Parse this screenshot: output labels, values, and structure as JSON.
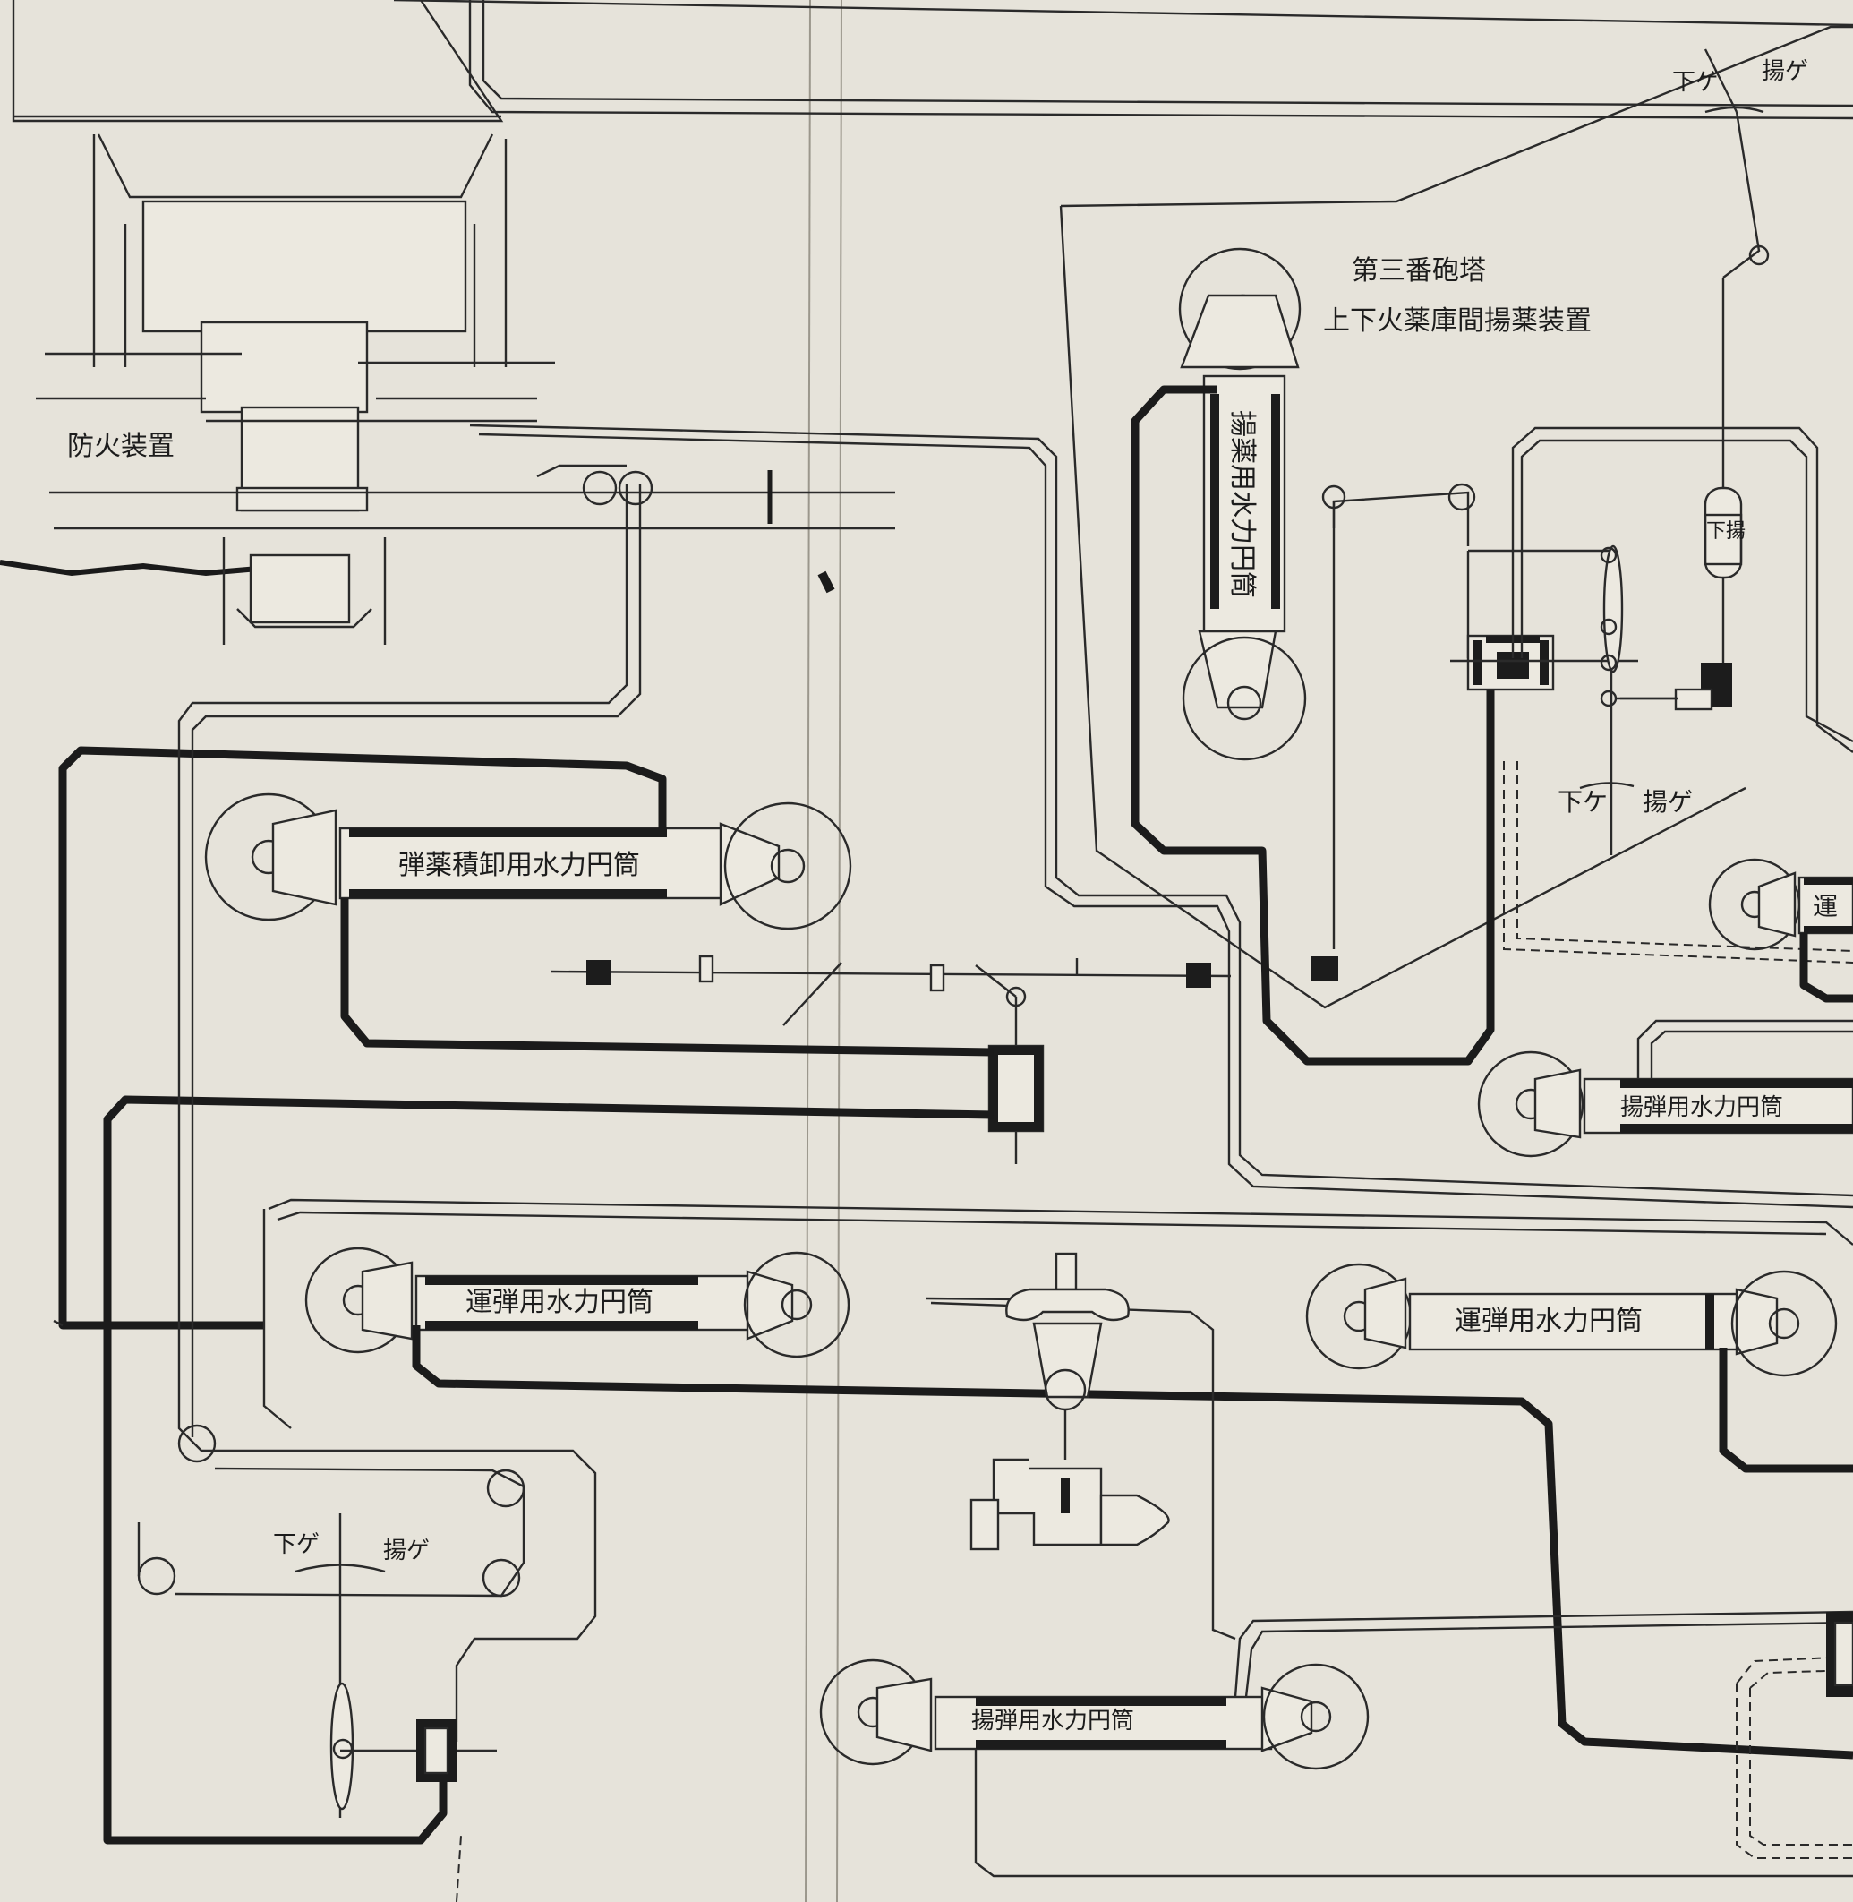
{
  "title": {
    "line1": "第三番砲塔",
    "line2": "上下火薬庫間揚薬装置"
  },
  "labels": {
    "fire_device": "防火装置",
    "cyl_powder_hoist": "揚薬用水力円筒",
    "cyl_loading": "弾薬積卸用水力円筒",
    "cyl_transport_left": "運弾用水力円筒",
    "cyl_transport_right": "運弾用水力円筒",
    "cyl_shell_hoist_right": "揚弾用水力円筒",
    "cyl_shell_hoist_bottom": "揚弾用水力円筒",
    "cyl_transport_edge": "運",
    "valve_box_upper": "下揚"
  },
  "levers": {
    "top_right_up": "揚ゲ",
    "top_right_down": "下ゲ",
    "mid_right_up": "揚ゲ",
    "mid_right_down": "下ケ",
    "bottom_left_up": "揚ゲ",
    "bottom_left_down": "下ゲ"
  },
  "colors": {
    "paper": "#e6e3da",
    "ink": "#1c1c1c",
    "fold_line": "#9b978c"
  }
}
